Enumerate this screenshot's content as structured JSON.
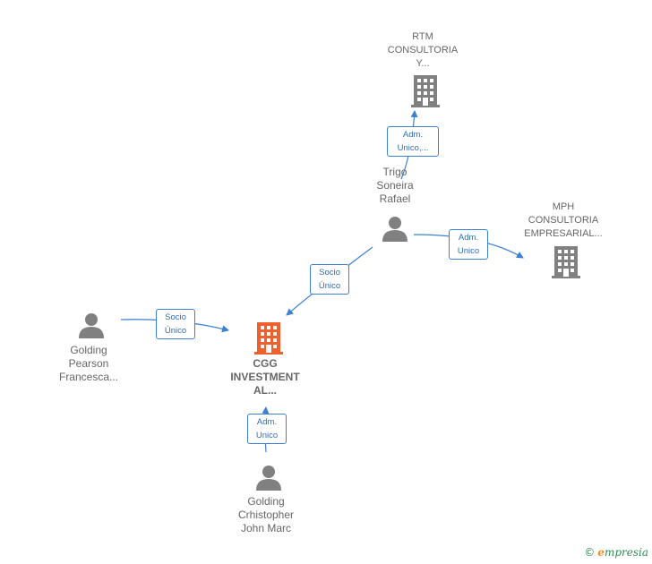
{
  "nodes": {
    "rtm": {
      "label": "RTM\nCONSULTORIA\nY...",
      "type": "company"
    },
    "trigo": {
      "label": "Trigo\nSoneira\nRafael",
      "type": "person"
    },
    "mph": {
      "label": "MPH\nCONSULTORIA\nEMPRESARIAL...",
      "type": "company"
    },
    "cgg": {
      "label": "CGG\nINVESTMENT\nAL...",
      "type": "company-main"
    },
    "golding_pearson": {
      "label": "Golding\nPearson\nFrancesca...",
      "type": "person"
    },
    "golding_john": {
      "label": "Golding\nCrhistopher\nJohn Marc",
      "type": "person"
    }
  },
  "edges": {
    "trigo_rtm": "Adm.\nUnico,...",
    "trigo_mph": "Adm.\nUnico",
    "trigo_cgg": "Socio\nÚnico",
    "pearson_cgg": "Socio\nÚnico",
    "john_cgg": "Adm.\nUnico"
  },
  "colors": {
    "edge": "#3d7fd1",
    "icon": "#808080",
    "main_icon": "#f0602e"
  },
  "footer": {
    "copyright": "©",
    "brand_initial": "e",
    "brand_rest": "mpresia"
  }
}
